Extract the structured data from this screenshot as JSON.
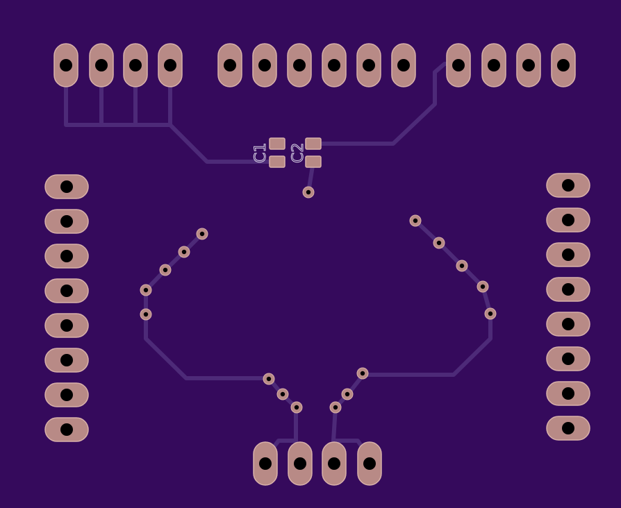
{
  "board": {
    "title": "",
    "colors": {
      "substrate": "#350a5c",
      "trace": "#4d2a78",
      "pad_copper": "#b88a86",
      "pad_outline": "#d9b1aa",
      "hole": "#000000",
      "silk": "#d9d2e6",
      "via_ring": "#b88a86"
    }
  },
  "components": {
    "labels": {
      "c1": "C1",
      "c2": "C2"
    }
  },
  "connectors": {
    "top_left": {
      "pins": 4,
      "orientation": "vertical-oval"
    },
    "top_middle": {
      "pins": 6,
      "orientation": "vertical-oval"
    },
    "top_right": {
      "pins": 4,
      "orientation": "vertical-oval"
    },
    "left_side": {
      "pins": 8,
      "orientation": "horizontal-oval"
    },
    "right_side": {
      "pins": 8,
      "orientation": "horizontal-oval"
    },
    "bottom_middle": {
      "pins": 4,
      "orientation": "vertical-oval"
    }
  },
  "icons": {
    "pad": "pad-icon",
    "via": "via-icon",
    "trace": "trace-icon"
  }
}
